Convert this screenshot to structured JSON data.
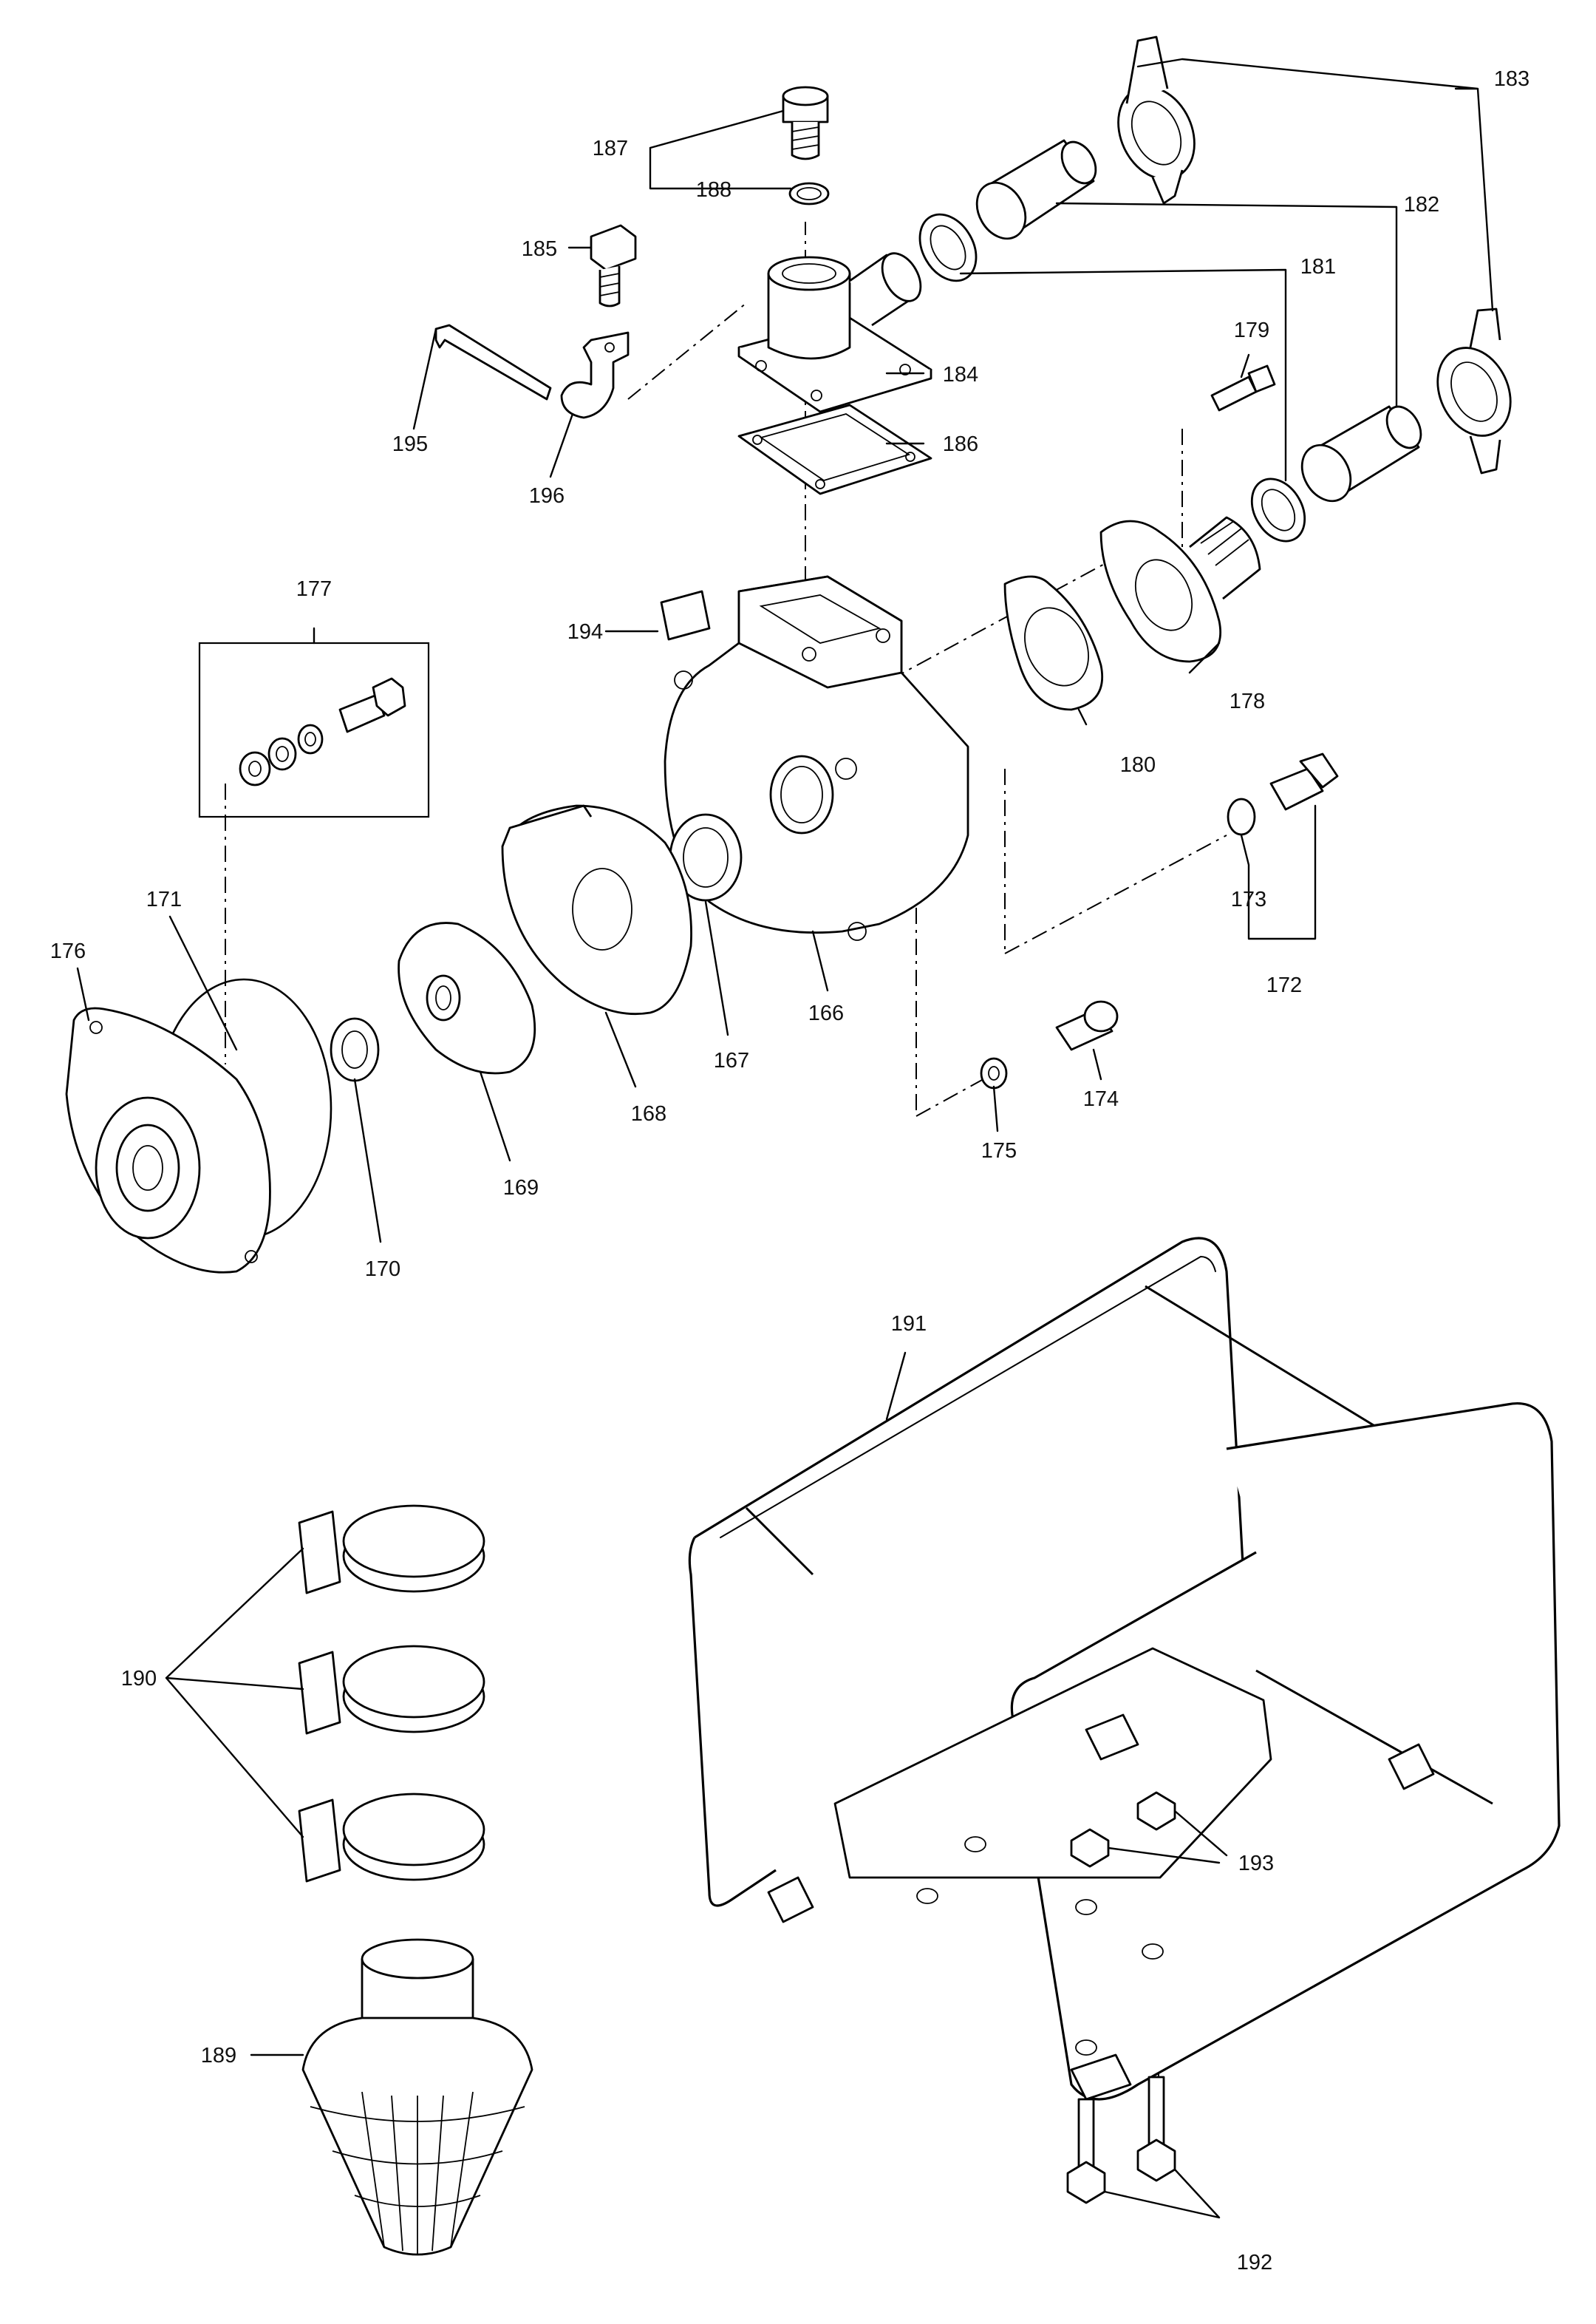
{
  "callouts": {
    "p166": "166",
    "p167": "167",
    "p168": "168",
    "p169": "169",
    "p170": "170",
    "p171": "171",
    "p172": "172",
    "p173": "173",
    "p174": "174",
    "p175": "175",
    "p176": "176",
    "p177": "177",
    "p178": "178",
    "p179": "179",
    "p180": "180",
    "p181": "181",
    "p182": "182",
    "p183": "183",
    "p184": "184",
    "p185": "185",
    "p186": "186",
    "p187": "187",
    "p188": "188",
    "p189": "189",
    "p190": "190",
    "p191": "191",
    "p192": "192",
    "p193": "193",
    "p194": "194",
    "p195": "195",
    "p196": "196"
  }
}
